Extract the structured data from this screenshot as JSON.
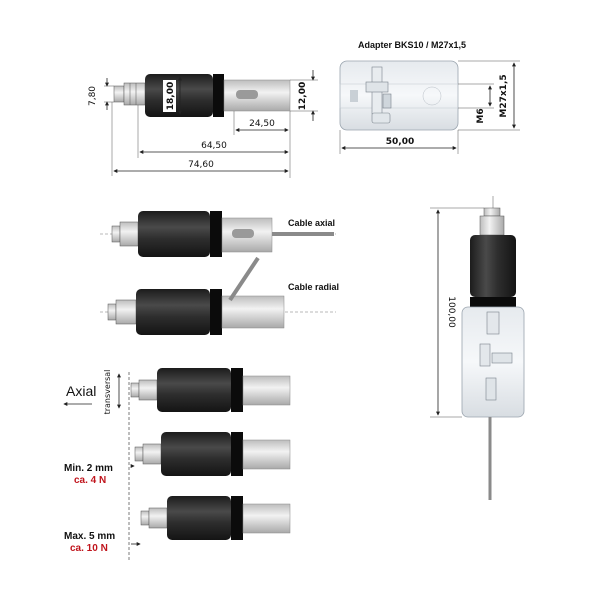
{
  "title": "Adapter BKS10 / M27x1,5",
  "dimensions": {
    "d_7_80": "7,80",
    "d_18_00": "18,00",
    "d_12_00": "12,00",
    "d_24_50": "24,50",
    "d_64_50": "64,50",
    "d_74_60": "74,60",
    "d_50_00": "50,00",
    "d_m6": "M6",
    "d_m27": "M27x1,5",
    "d_100": "100,00"
  },
  "cable": {
    "axial": "Cable axial",
    "radial": "Cable radial"
  },
  "directions": {
    "axial": "Axial",
    "transversal": "transversal"
  },
  "stroke": {
    "min_label": "Min. 2 mm",
    "min_force": "ca. 4 N",
    "max_label": "Max. 5 mm",
    "max_force": "ca. 10 N"
  },
  "colors": {
    "body": "#2a2a2a",
    "ring": "#0d0d0d",
    "steel": "#d4d4d4",
    "force": "#c0141c"
  }
}
